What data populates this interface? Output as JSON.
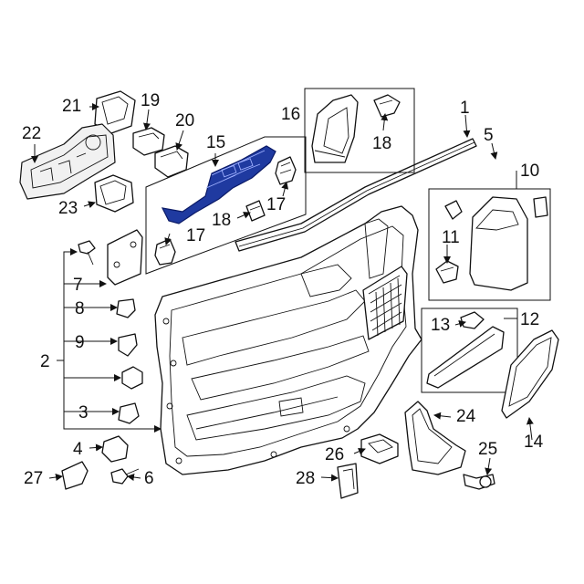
{
  "diagram": {
    "highlight_color": "#1f3aa0",
    "callouts": {
      "c1": "1",
      "c2": "2",
      "c3": "3",
      "c4": "4",
      "c5": "5",
      "c6": "6",
      "c7": "7",
      "c8": "8",
      "c9": "9",
      "c10": "10",
      "c11": "11",
      "c12": "12",
      "c13": "13",
      "c14": "14",
      "c15": "15",
      "c16": "16",
      "c17a": "17",
      "c17b": "17",
      "c18a": "18",
      "c18b": "18",
      "c19": "19",
      "c20": "20",
      "c21": "21",
      "c22": "22",
      "c23": "23",
      "c24": "24",
      "c25": "25",
      "c26": "26",
      "c27": "27",
      "c28": "28"
    }
  }
}
